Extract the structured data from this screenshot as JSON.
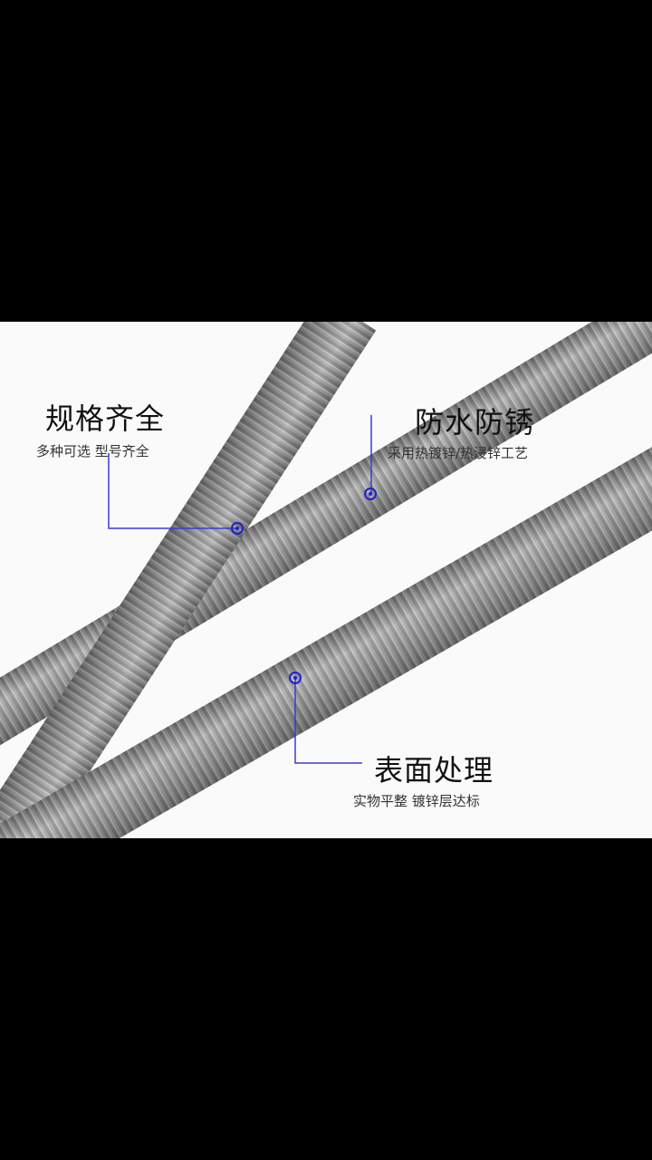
{
  "callouts": [
    {
      "title": "规格齐全",
      "subtitle": "多种可选 型号齐全"
    },
    {
      "title": "防水防锈",
      "subtitle": "采用热镀锌/热浸锌工艺"
    },
    {
      "title": "表面处理",
      "subtitle": "实物平整 镀锌层达标"
    }
  ],
  "colors": {
    "background_band": "#000000",
    "photo_background": "#fafafa",
    "rod_grey": "#9a9a9a",
    "callout_line": "#3a3ad6"
  }
}
